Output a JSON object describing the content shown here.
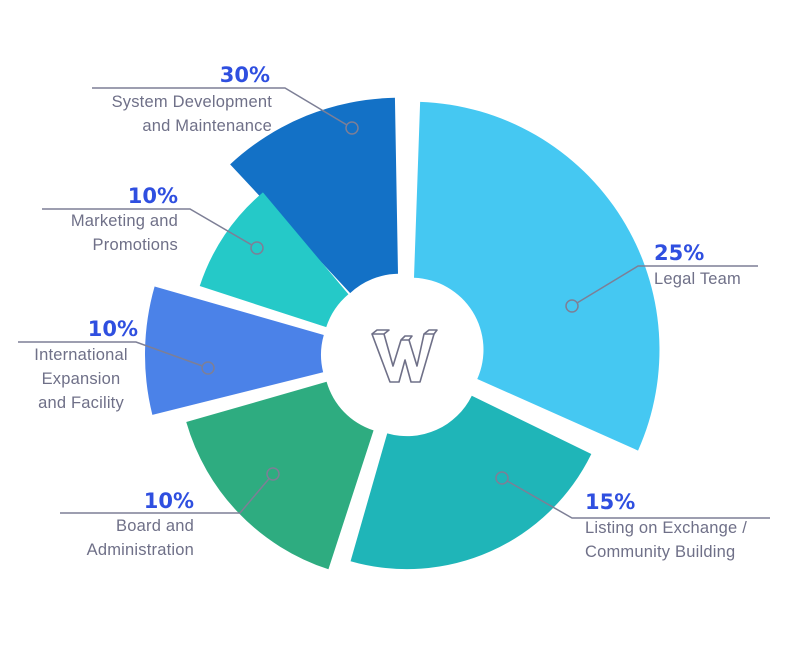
{
  "chart_data": {
    "type": "pie",
    "title": "",
    "center_logo": "W",
    "slices": [
      {
        "percent_label": "30%",
        "label_lines": [
          "System Development",
          "and Maintenance"
        ],
        "color": "#1371c6"
      },
      {
        "percent_label": "25%",
        "label_lines": [
          "Legal Team"
        ],
        "color": "#45c8f2"
      },
      {
        "percent_label": "15%",
        "label_lines": [
          "Listing on Exchange /",
          "Community Building"
        ],
        "color": "#1fb5b8"
      },
      {
        "percent_label": "10%",
        "label_lines": [
          "Board and",
          "Administration"
        ],
        "color": "#2eac80"
      },
      {
        "percent_label": "10%",
        "label_lines": [
          "International",
          "Expansion",
          "and Facility"
        ],
        "color": "#4b82e8"
      },
      {
        "percent_label": "10%",
        "label_lines": [
          "Marketing and",
          "Promotions"
        ],
        "color": "#25c9c8"
      }
    ],
    "colors": {
      "percent_text": "#2f4fe0",
      "label_text": "#6f7088",
      "leader_line": "#7d7f96"
    }
  }
}
